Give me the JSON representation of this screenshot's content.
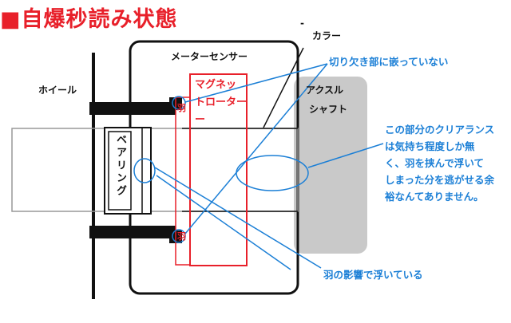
{
  "title": "■自爆秒読み状態",
  "labels": {
    "wheel": "ホイール",
    "meter_sensor": "メーターセンサー",
    "collar": "カラー",
    "axle_shaft_line1": "アクスル",
    "axle_shaft_line2": "シャフト",
    "bearing": "ベアリング",
    "magnet_rotor_line1": "マグネッ",
    "magnet_rotor_line2": "トローター",
    "magnet_rotor_line3": "ー",
    "fin_top": "羽",
    "fin_bottom": "羽",
    "dash_mark": "-"
  },
  "annotations": {
    "not_fitted": "切り欠き部に嵌っていない",
    "clearance_lines": [
      "この部分のクリアランス",
      "は気持ち程度しか無",
      "く、羽を挟んで浮いて",
      "しまった分を逃がせる余",
      "裕なんてありません。"
    ],
    "floating": "羽の影響で浮いている"
  },
  "colors": {
    "title": "#e8202a",
    "annotation": "#1b7fd6",
    "rotor": "#e8202a",
    "shaft_gray": "#c9c9c9",
    "black": "#111111"
  }
}
